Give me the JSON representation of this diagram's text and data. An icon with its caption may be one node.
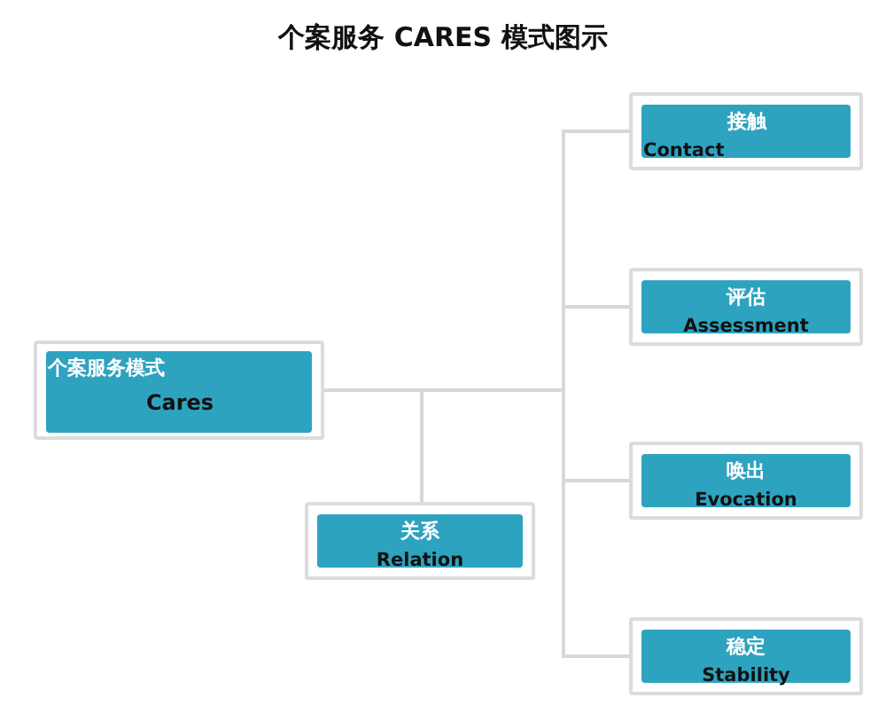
{
  "diagram": {
    "title": "个案服务 CARES 模式图示",
    "nodes": [
      {
        "text": [
          "个案服务模式",
          "Cares"
        ]
      },
      {
        "text": [
          "接触",
          "Contact"
        ]
      },
      {
        "text": [
          "评估",
          "Assessment"
        ]
      },
      {
        "text": [
          "关系",
          "Relation"
        ]
      },
      {
        "text": [
          "唤出",
          "Evocation"
        ]
      },
      {
        "text": [
          "稳定",
          "Stability"
        ]
      }
    ],
    "edges": [
      {
        "from": 0,
        "to": 1,
        "arrow": "none"
      },
      {
        "from": 0,
        "to": 2,
        "arrow": "none"
      },
      {
        "from": 0,
        "to": 3,
        "arrow": "none"
      },
      {
        "from": 0,
        "to": 4,
        "arrow": "none"
      },
      {
        "from": 0,
        "to": 5,
        "arrow": "none"
      }
    ]
  }
}
